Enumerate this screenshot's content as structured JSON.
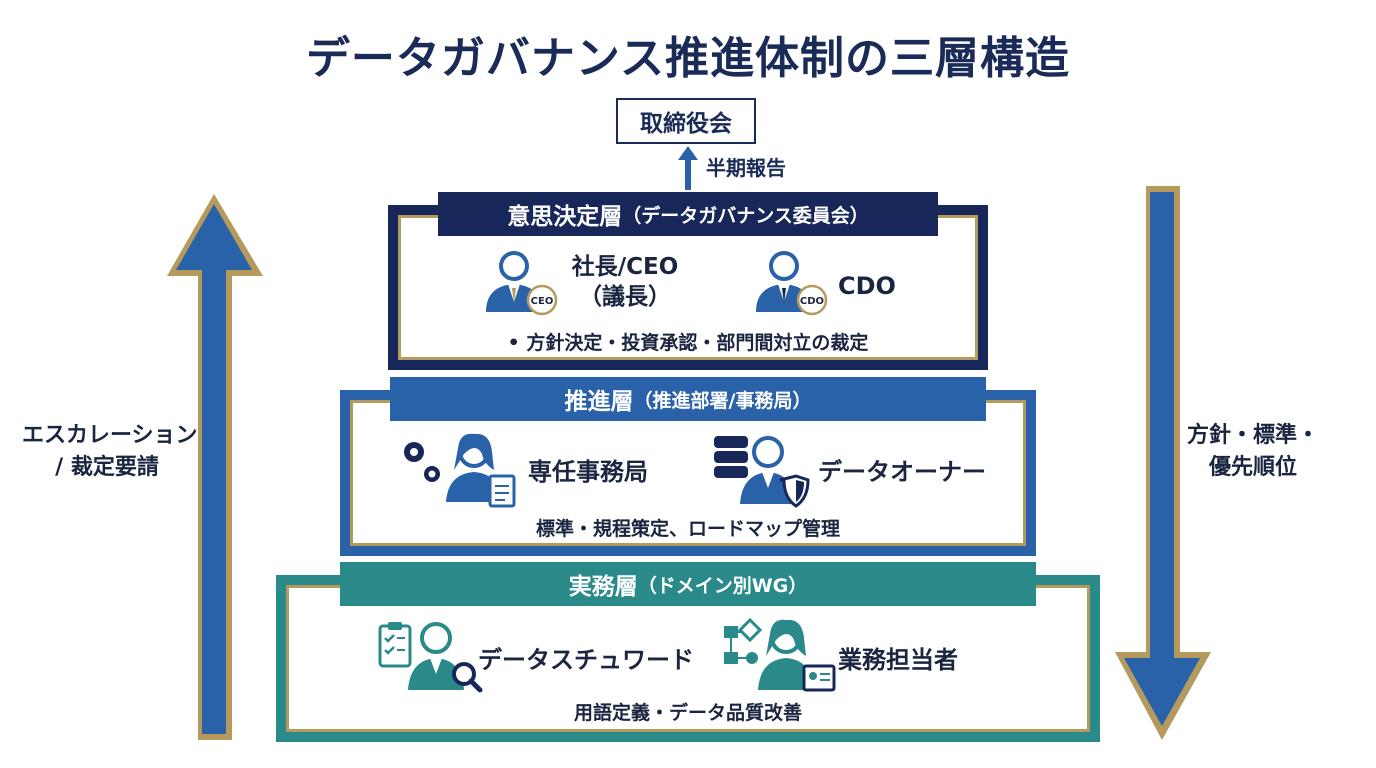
{
  "title": "データガバナンス推進体制の三層構造",
  "top": {
    "board": "取締役会",
    "report_label": "半期報告"
  },
  "side": {
    "left": [
      "エスカレーション",
      "/ 裁定要請"
    ],
    "right": [
      "方針・標準・",
      "優先順位"
    ]
  },
  "layers": [
    {
      "header": "意思決定層",
      "header_sub": "（データガバナンス委員会）",
      "color": "#17275a",
      "roles": [
        {
          "name": "社長/CEO",
          "sub": "（議長）",
          "badge": "CEO",
          "icon": "executive-icon"
        },
        {
          "name": "CDO",
          "badge": "CDO",
          "icon": "executive-icon"
        }
      ],
      "description": "• 方針決定・投資承認・部門間対立の裁定"
    },
    {
      "header": "推進層",
      "header_sub": "（推進部署/事務局）",
      "color": "#2962a8",
      "roles": [
        {
          "name": "専任事務局",
          "icon": "secretariat-icon"
        },
        {
          "name": "データオーナー",
          "icon": "data-owner-icon"
        }
      ],
      "description": "標準・規程策定、ロードマップ管理"
    },
    {
      "header": "実務層",
      "header_sub": "（ドメイン別WG）",
      "color": "#2a8a8a",
      "roles": [
        {
          "name": "データスチュワード",
          "icon": "data-steward-icon"
        },
        {
          "name": "業務担当者",
          "icon": "business-staff-icon"
        }
      ],
      "description": "用語定義・データ品質改善"
    }
  ],
  "colors": {
    "navy": "#17275a",
    "blue": "#2962a8",
    "teal": "#2a8a8a",
    "gold": "#b49a5c"
  }
}
